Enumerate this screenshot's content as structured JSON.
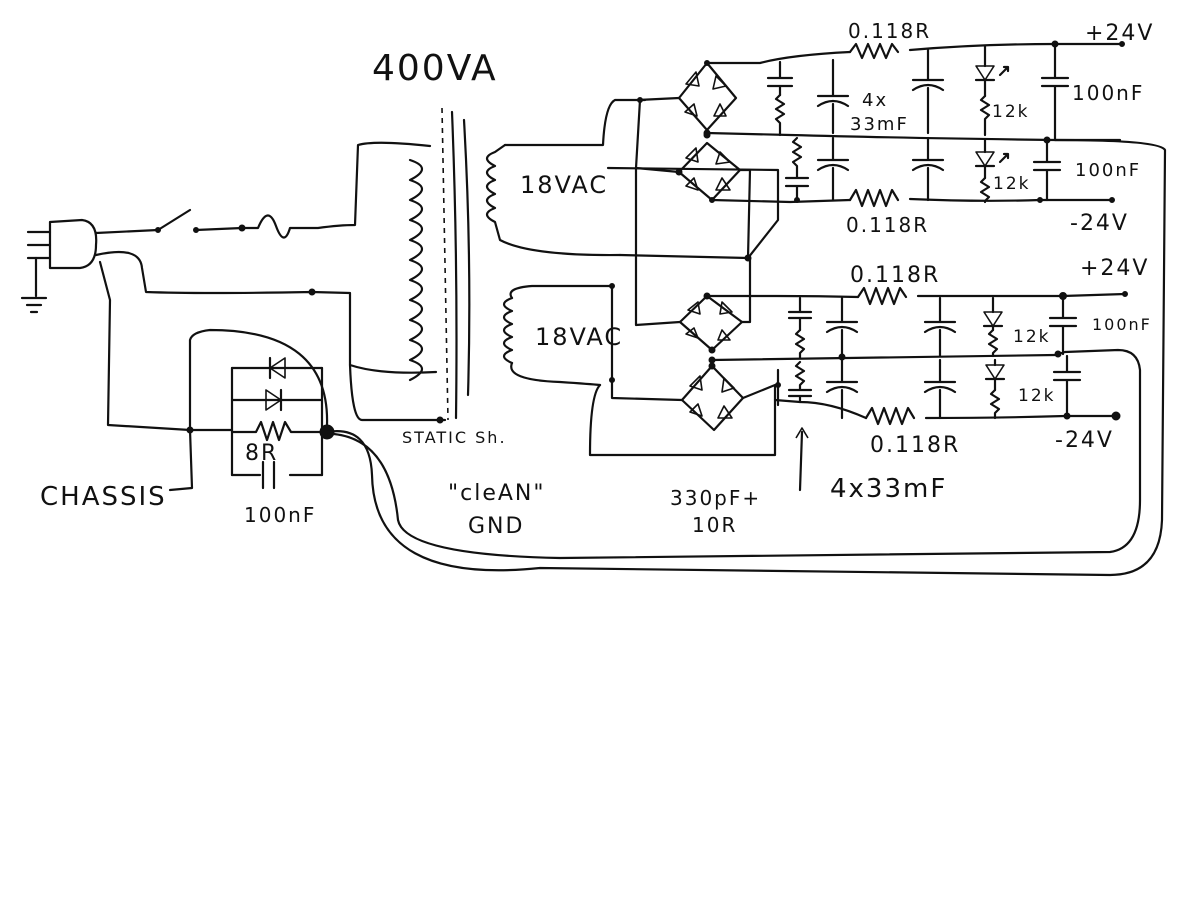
{
  "labels": {
    "transformer_rating": "400VA",
    "secondary_upper": "18VAC",
    "secondary_lower": "18VAC",
    "static_shield": "STATIC Sh.",
    "chassis": "CHASSIS",
    "clean_gnd_line1": "\"cleAN\"",
    "clean_gnd_line2": "GND",
    "ground_lift_resistor": "8R",
    "ground_lift_cap": "100nF",
    "snubber_line1": "330pF+",
    "snubber_line2": "10R",
    "upper_cap_bank_line1": "4x",
    "upper_cap_bank_line2": "33mF",
    "lower_cap_bank": "4x33mF",
    "upper_pos_resistor": "0.118R",
    "upper_neg_resistor": "0.118R",
    "lower_pos_resistor": "0.118R",
    "lower_neg_resistor": "0.118R",
    "upper_pos_out": "+24V",
    "upper_neg_out": "-24V",
    "lower_pos_out": "+24V",
    "lower_neg_out": "-24V",
    "led_r1": "12k",
    "led_r2": "12k",
    "led_r3": "12k",
    "led_r4": "12k",
    "decap1": "100nF",
    "decap2": "100nF",
    "decap3": "100nF"
  }
}
